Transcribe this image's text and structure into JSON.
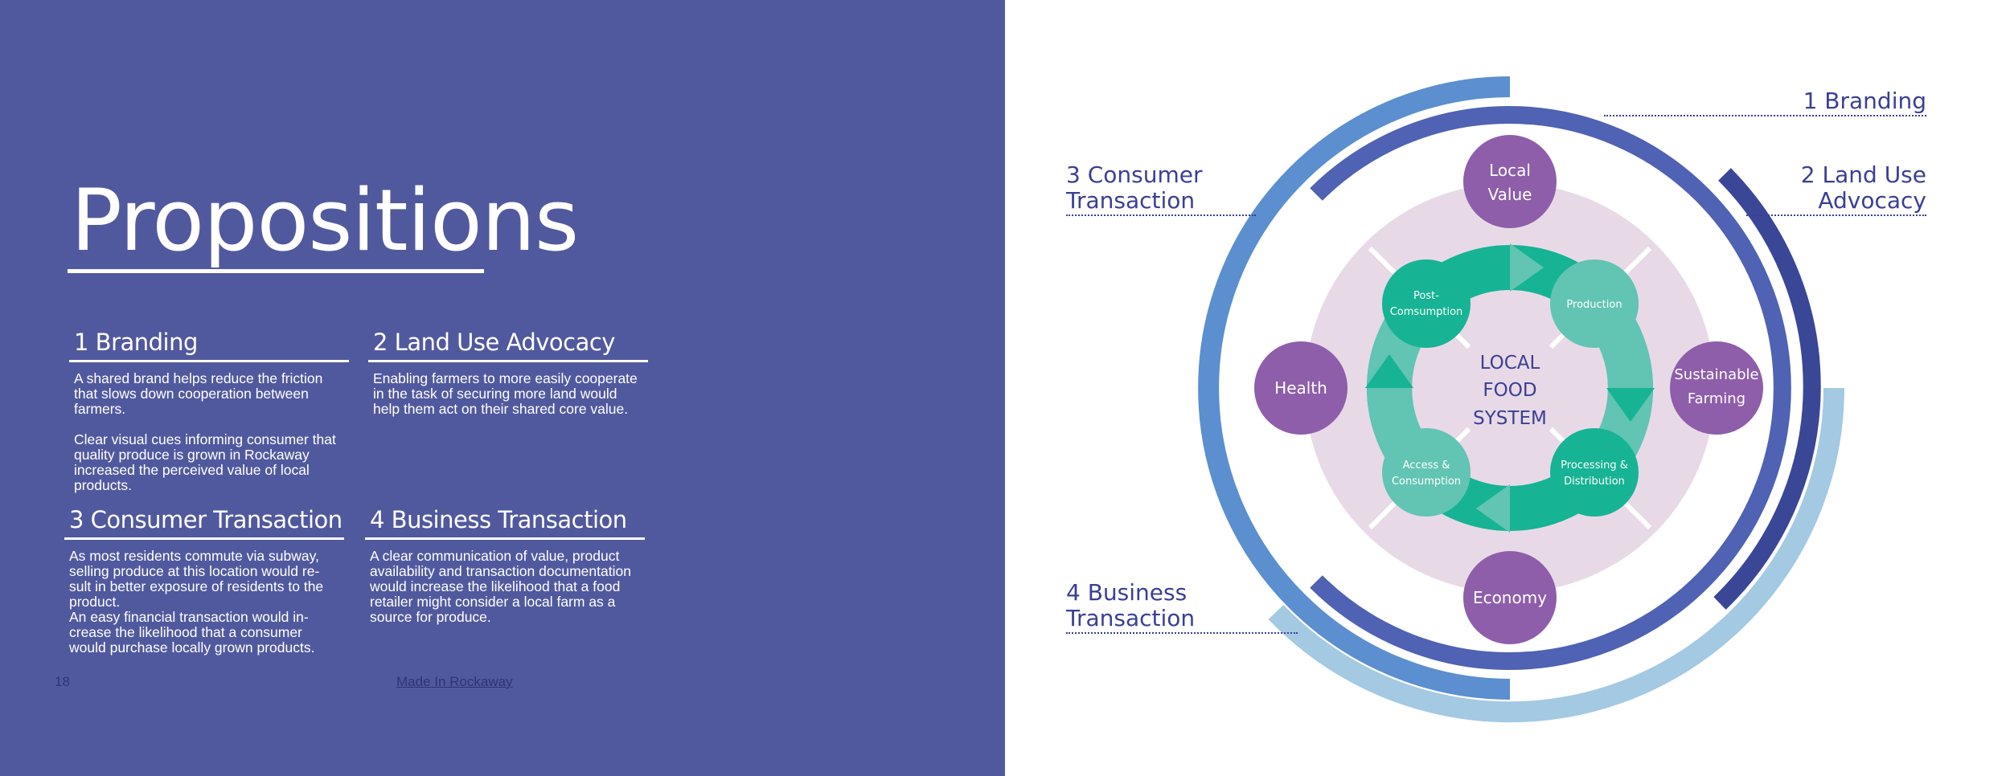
{
  "page": {
    "title": "Propositions",
    "page_number": "18",
    "footer_link": "Made In Rockaway"
  },
  "propositions": [
    {
      "heading": "1 Branding",
      "paragraphs": [
        "A shared brand helps reduce the friction\nthat slows down cooperation between\nfarmers.",
        "Clear visual cues informing consumer that\nquality produce is grown in Rockaway\nincreased the perceived value of local\nproducts."
      ]
    },
    {
      "heading": "2 Land Use Advocacy",
      "paragraphs": [
        "Enabling farmers to more easily cooperate\nin the task of securing more land would\nhelp them act on their shared core value."
      ]
    },
    {
      "heading": "3 Consumer Transaction",
      "paragraphs": [
        "As most residents commute via subway,\nselling produce at this location would re-\nsult in better exposure of residents to the\nproduct.\nAn easy financial transaction would in-\ncrease the likelihood that a consumer\nwould purchase locally grown products."
      ]
    },
    {
      "heading": "4 Business Transaction",
      "paragraphs": [
        "A clear communication of value, product\navailability and transaction documentation\nwould  increase the likelihood that a food\nretailer might consider a local farm as a\nsource for produce."
      ]
    }
  ],
  "diagram": {
    "center": [
      "LOCAL",
      "FOOD",
      "SYSTEM"
    ],
    "cycle": [
      {
        "lines": [
          "Production"
        ]
      },
      {
        "lines": [
          "Processing &",
          "Distribution"
        ]
      },
      {
        "lines": [
          "Access &",
          "Consumption"
        ]
      },
      {
        "lines": [
          "Post-",
          "Comsumption"
        ]
      }
    ],
    "values": [
      {
        "lines": [
          "Local",
          "Value"
        ]
      },
      {
        "lines": [
          "Sustainable",
          "Farming"
        ]
      },
      {
        "lines": [
          "Economy"
        ]
      },
      {
        "lines": [
          "Health"
        ]
      }
    ],
    "labels": [
      {
        "lines": [
          "1 Branding"
        ]
      },
      {
        "lines": [
          "2 Land Use",
          "Advocacy"
        ]
      },
      {
        "lines": [
          "3 Consumer",
          "Transaction"
        ]
      },
      {
        "lines": [
          "4 Business",
          "Transaction"
        ]
      }
    ],
    "colors": {
      "background_left": "#51599e",
      "ring_branding": "#4f62b3",
      "ring_land_use": "#3a4796",
      "ring_consumer": "#5b8fcf",
      "ring_business": "#a3c9e3",
      "values_circle": "#8e5eaa",
      "cycle_dark": "#16b394",
      "cycle_light": "#62c4b3",
      "backdrop": "#e7dae6",
      "label_text": "#3a3f93"
    }
  }
}
